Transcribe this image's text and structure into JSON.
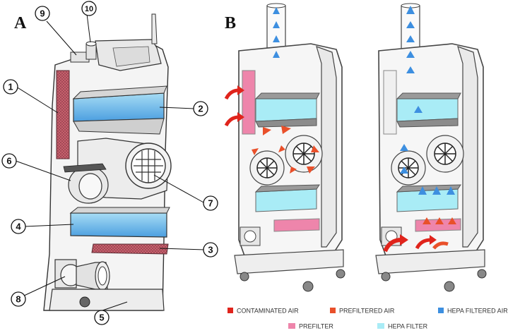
{
  "panels": [
    {
      "letter": "A"
    },
    {
      "letter": "B"
    }
  ],
  "callouts": [
    "1",
    "2",
    "3",
    "4",
    "5",
    "6",
    "7",
    "8",
    "9",
    "10"
  ],
  "legend": [
    {
      "label": "CONTAMINATED AIR",
      "color": "#e0241c"
    },
    {
      "label": "PREFILTERED AIR",
      "color": "#e9502a"
    },
    {
      "label": "HEPA FILTERED AIR",
      "color": "#3d8fe0"
    },
    {
      "label": "PREFILTER",
      "color": "#ee85ab"
    },
    {
      "label": "HEPA FILTER",
      "color": "#a9ecf6"
    }
  ],
  "colors": {
    "prefilter": "#e6708f",
    "hepa": "#79c8ea",
    "hepa_light": "#a9ecf6",
    "contaminated": "#e0241c",
    "prefiltered": "#e9502a",
    "hepa_air": "#3d8fe0",
    "outline": "#333333"
  }
}
